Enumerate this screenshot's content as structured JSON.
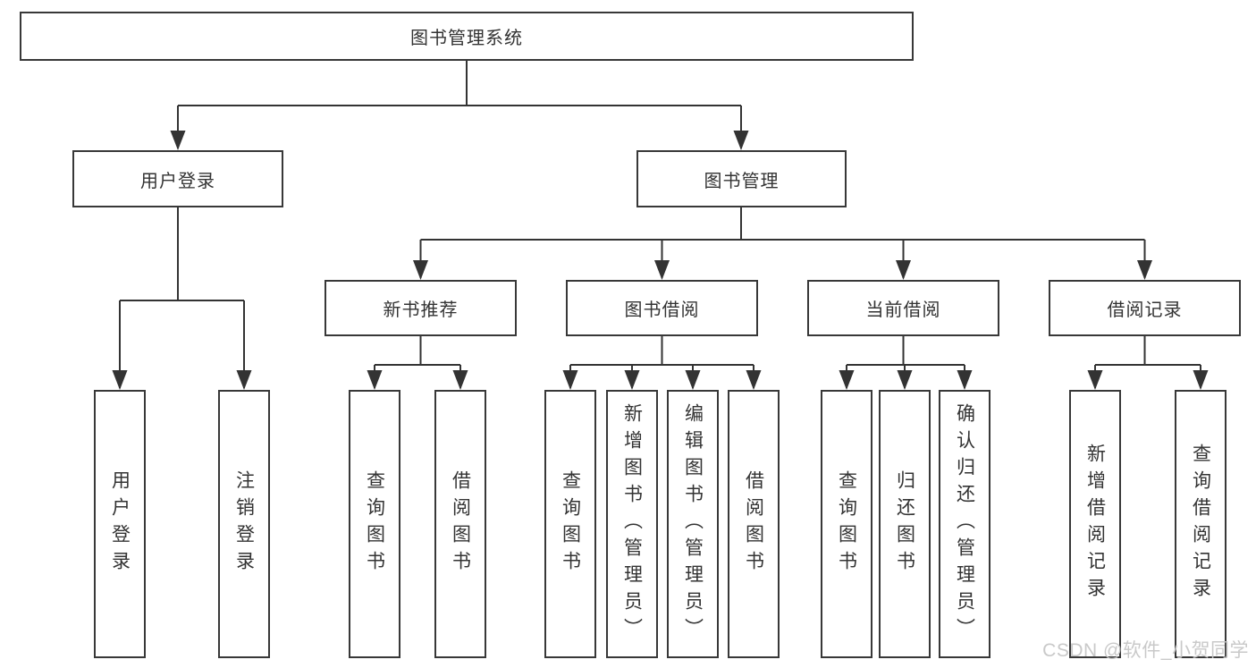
{
  "tree": {
    "root": {
      "label": "图书管理系统"
    },
    "branches": [
      {
        "label": "用户登录",
        "children": [
          {
            "label": "用户登录"
          },
          {
            "label": "注销登录"
          }
        ]
      },
      {
        "label": "图书管理",
        "children": [
          {
            "label": "新书推荐",
            "children": [
              {
                "label": "查询图书"
              },
              {
                "label": "借阅图书"
              }
            ]
          },
          {
            "label": "图书借阅",
            "children": [
              {
                "label": "查询图书"
              },
              {
                "label": "新增图书（管理员）"
              },
              {
                "label": "编辑图书（管理员）"
              },
              {
                "label": "借阅图书"
              }
            ]
          },
          {
            "label": "当前借阅",
            "children": [
              {
                "label": "查询图书"
              },
              {
                "label": "归还图书"
              },
              {
                "label": "确认归还（管理员）"
              }
            ]
          },
          {
            "label": "借阅记录",
            "children": [
              {
                "label": "新增借阅记录"
              },
              {
                "label": "查询借阅记录"
              }
            ]
          }
        ]
      }
    ]
  },
  "watermark": {
    "text": "CSDN @软件_小贺同学"
  },
  "colors": {
    "line": "#333333",
    "box_border": "#383838",
    "text": "#333333",
    "watermark": "#c6c6c6",
    "background": "#ffffff"
  }
}
